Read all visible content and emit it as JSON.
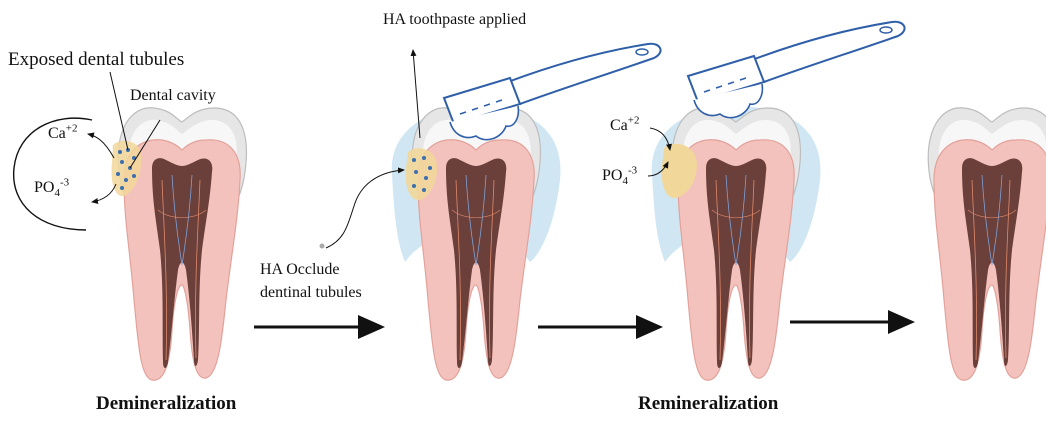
{
  "labels": {
    "exposed_tubules": "Exposed dental tubules",
    "dental_cavity": "Dental cavity",
    "ca_base": "Ca",
    "ca_sup": "+2",
    "po_base": "PO",
    "po_sub": "4",
    "po_sup": "-3",
    "ha_applied": "HA toothpaste applied",
    "ha_occlude_1": "HA Occlude",
    "ha_occlude_2": "dentinal tubules",
    "demineralization": "Demineralization",
    "remineralization": "Remineralization"
  },
  "colors": {
    "enamel": "#e6e6e6",
    "dentin": "#f4c2bd",
    "pulp": "#6b3f3a",
    "cavity": "#f2d79a",
    "tubule_dots": "#3a6fb0",
    "paste_spray": "#a9d3ea",
    "toothbrush": "#2f5fa8",
    "arrow": "#111111"
  }
}
